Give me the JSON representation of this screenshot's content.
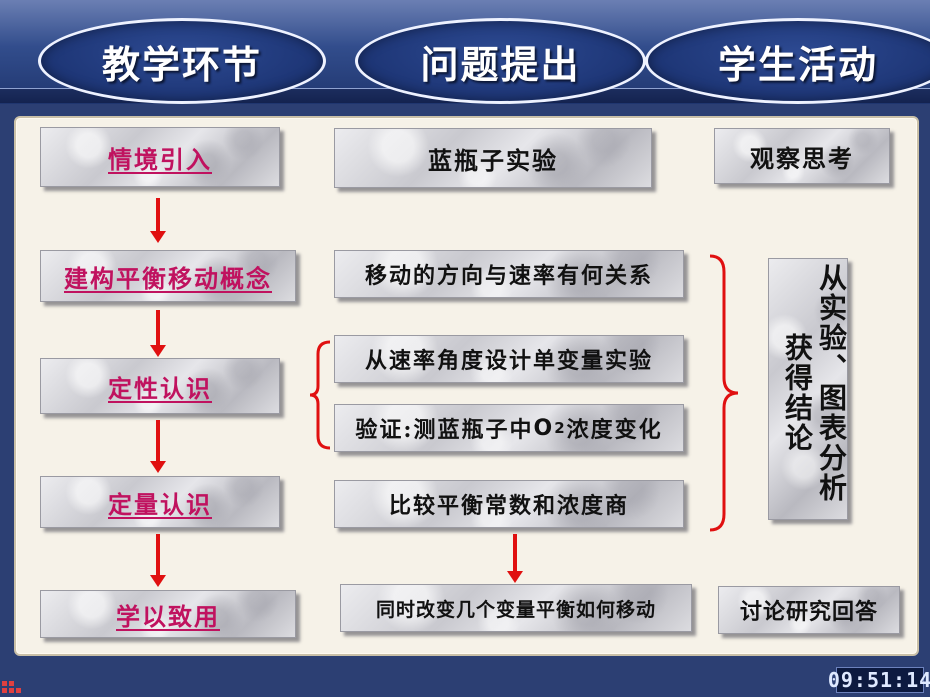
{
  "header": {
    "tabs": [
      {
        "label": "教学环节"
      },
      {
        "label": "问题提出"
      },
      {
        "label": "学生活动"
      }
    ]
  },
  "stages": [
    {
      "label": "情境引入"
    },
    {
      "label": "建构平衡移动概念"
    },
    {
      "label": "定性认识"
    },
    {
      "label": "定量认识"
    },
    {
      "label": "学以致用"
    }
  ],
  "questions": {
    "q1": "蓝瓶子实验",
    "q2": "移动的方向与速率有何关系",
    "q3": "从速率角度设计单变量实验",
    "q4_prefix": "验证:测蓝瓶子中",
    "q4_chem": "O",
    "q4_sub": "2",
    "q4_suffix": "浓度变化",
    "q5": "比较平衡常数和浓度商",
    "q6": "同时改变几个变量平衡如何移动"
  },
  "activities": {
    "a1": "观察思考",
    "a2_col1": "从实验、图表分析",
    "a2_col2": "获得结论",
    "a3": "讨论研究回答"
  },
  "clock": {
    "time": "09:51:14"
  },
  "colors": {
    "link": "#c0125f",
    "arrow": "#e01010",
    "brace": "#e01010"
  }
}
